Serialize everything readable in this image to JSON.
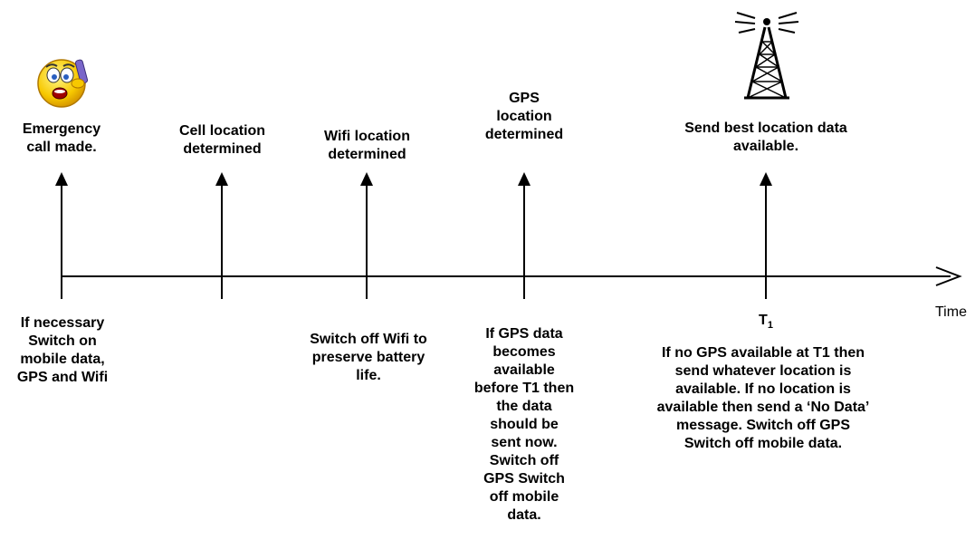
{
  "timeline": {
    "axis_label": "Time",
    "events": [
      {
        "above": "Emergency call made.",
        "below": "If necessary Switch on mobile data, GPS and Wifi"
      },
      {
        "above": "Cell location determined",
        "below": ""
      },
      {
        "above": "Wifi location determined",
        "below": "Switch off Wifi to preserve battery life."
      },
      {
        "above": "GPS location determined",
        "below": "If GPS data becomes available before T1 then the data should be sent now. Switch off GPS Switch off mobile data."
      },
      {
        "above": "Send best location data available.",
        "below": "If no GPS available at T1 then send whatever location is available. If no location is available then send a ‘No Data’ message. Switch off GPS Switch off mobile data."
      }
    ],
    "t1_label": "T",
    "t1_sub": "1"
  },
  "icons": {
    "caller": "worried-face-phone-icon",
    "tower": "radio-tower-icon"
  }
}
